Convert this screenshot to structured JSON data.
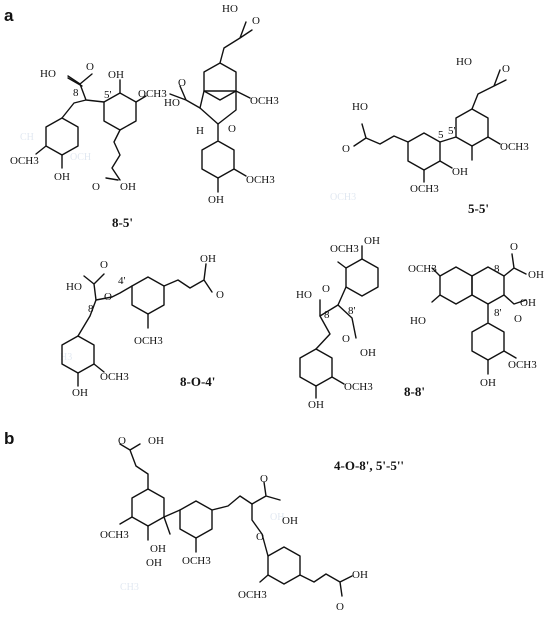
{
  "panels": {
    "a": "a",
    "b": "b"
  },
  "compounds": {
    "c85": "8-5'",
    "c55": "5-5'",
    "c8o4": "8-O-4'",
    "c88": "8-8'",
    "cb": "4-O-8', 5'-5''"
  },
  "atoms": {
    "ho": "HO",
    "oh": "OH",
    "o": "O",
    "h": "H",
    "och3": "OCH3",
    "n8": "8",
    "n5p": "5'",
    "n5": "5",
    "n4p": "4'",
    "n8p": "8'"
  }
}
